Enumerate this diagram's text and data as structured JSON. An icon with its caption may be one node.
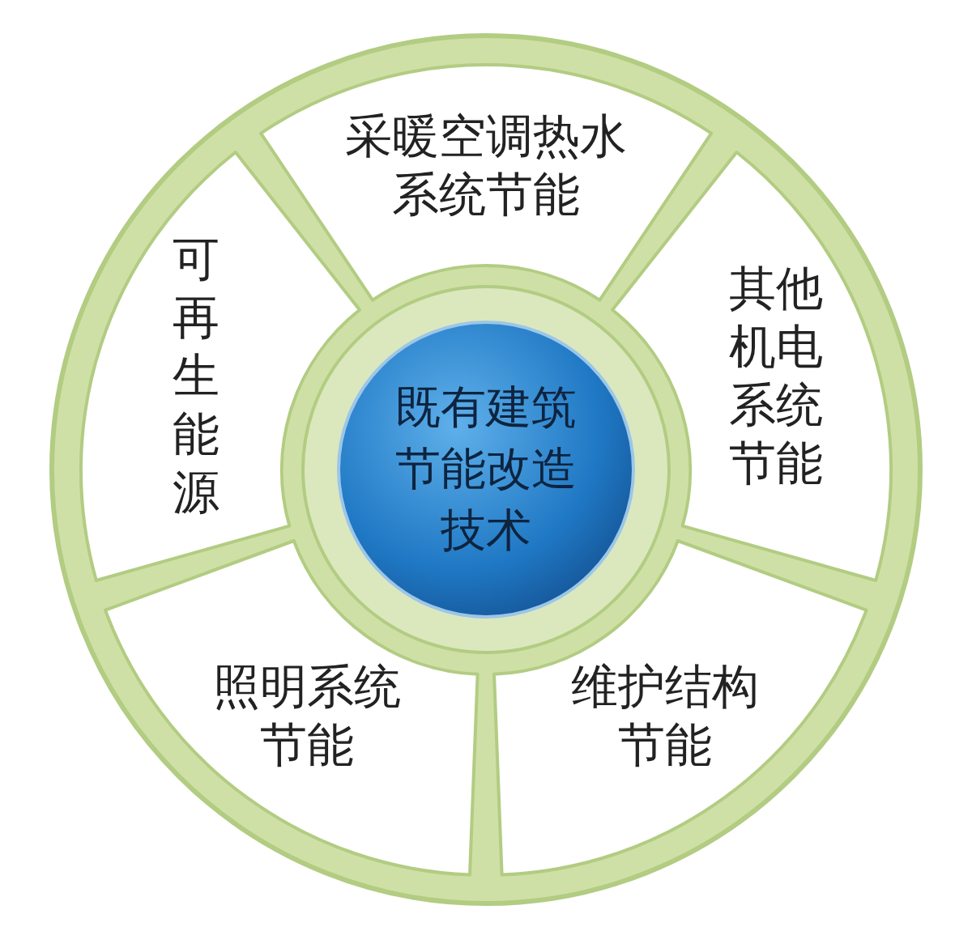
{
  "diagram": {
    "nodes": [
      {
        "text": [
          "既有建筑节能改造技术"
        ]
      },
      {
        "text": [
          "采暖空调热水系统节能"
        ]
      },
      {
        "text": [
          "其他机电系统节能"
        ]
      },
      {
        "text": [
          "维护结构节能"
        ]
      },
      {
        "text": [
          "照明系统节能"
        ]
      },
      {
        "text": [
          "可再生能源"
        ]
      }
    ],
    "edges": []
  }
}
